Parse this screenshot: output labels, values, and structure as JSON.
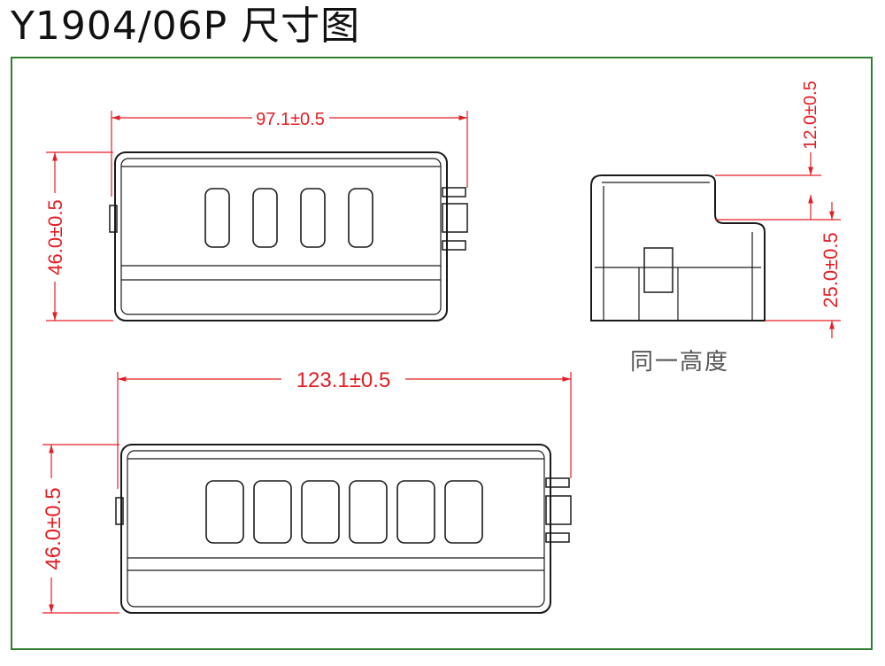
{
  "title": "Y1904/06P 尺寸图",
  "colors": {
    "dimension": "#e31e24",
    "frame": "#2e7d32",
    "outline": "#1a1a1a"
  },
  "dimensions": {
    "top_view_width": "97.1±0.5",
    "top_view_height": "46.0±0.5",
    "side_view_top": "12.0±0.5",
    "side_view_base": "25.0±0.5",
    "bottom_view_width": "123.1±0.5",
    "bottom_view_height": "46.0±0.5"
  },
  "side_view_note": "同一高度",
  "views": {
    "four_slot": {
      "slot_count": 4
    },
    "six_slot": {
      "slot_count": 6
    }
  }
}
